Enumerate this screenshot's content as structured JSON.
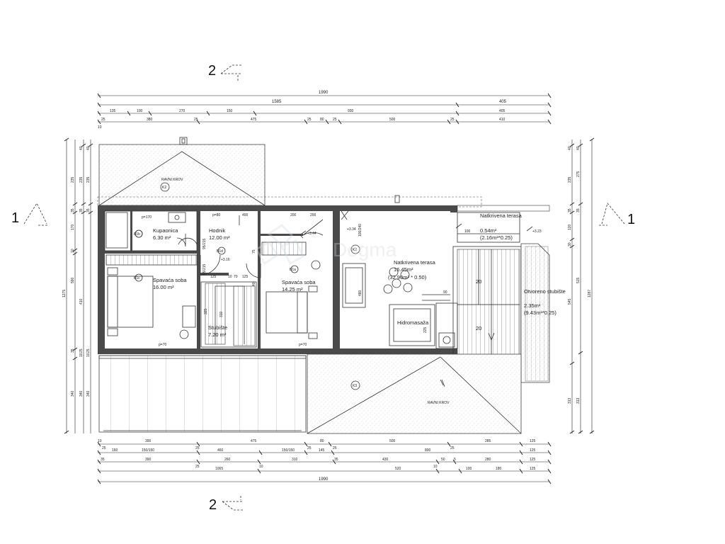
{
  "section_markers": {
    "top": "2",
    "bottom": "2",
    "left": "1",
    "right": "1"
  },
  "dims_top": {
    "row1": [
      "1990"
    ],
    "row2": [
      "1585",
      "405"
    ],
    "row3": [
      "135",
      "100",
      "270",
      "150",
      "930",
      "405"
    ],
    "row4": [
      "25",
      "380",
      "25",
      "475",
      "25",
      "80",
      "25",
      "500",
      "25",
      "410"
    ],
    "row4_edge": "10"
  },
  "dims_bottom": {
    "row1": [
      "10",
      "25",
      "390",
      "25",
      "475",
      "25",
      "80",
      "500",
      "285",
      "125"
    ],
    "row2": [
      "160",
      "150/150",
      "25",
      "460",
      "150/150",
      "145",
      "25",
      "800",
      "25",
      "125"
    ],
    "row3": [
      "35",
      "390",
      "25",
      "260",
      "310",
      "35",
      "430",
      "10",
      "50",
      "5",
      "280",
      "125"
    ],
    "row4": [
      "1065",
      "10",
      "520",
      "100",
      "180",
      "125"
    ],
    "row5": [
      "1990"
    ]
  },
  "dims_left": {
    "outer": [
      "1275"
    ],
    "col2": [
      "235",
      "35",
      "170",
      "10",
      "590",
      "410",
      "35",
      "340"
    ],
    "col3": [
      "40",
      "235",
      "35",
      "25",
      "10",
      "340"
    ],
    "col4": [
      "40",
      "235",
      "35",
      "25",
      "10",
      "340"
    ]
  },
  "dims_right": {
    "outer": [
      "1287"
    ],
    "col2": [
      "40",
      "235",
      "35",
      "120",
      "30",
      "545",
      "313"
    ],
    "col3": [
      "40",
      "275",
      "515",
      "313"
    ],
    "col4": [
      "35"
    ]
  },
  "roofs": [
    {
      "name": "RAVNI KROV",
      "tag": "K2"
    },
    {
      "name": "RAVNI KROV",
      "tag": "K3"
    }
  ],
  "rooms": [
    {
      "tag": "B1b",
      "name": "Kupaonica",
      "area": "6.30 m²"
    },
    {
      "tag": "B1d",
      "name": "Hodnik",
      "area": "12.00 m²"
    },
    {
      "tag": "B1c",
      "name": "Spavaća soba",
      "area": "16.00 m²"
    },
    {
      "tag": "B1a",
      "name": "Spavaća soba",
      "area": "14.25 m²"
    },
    {
      "tag": "",
      "name": "Stubište",
      "area": "7.20 m²"
    },
    {
      "tag": "K2",
      "name": "Natkrivena terasa",
      "area": "16.45m²",
      "extra": "(32.90m² * 0.50)"
    },
    {
      "tag": "",
      "name": "Natkrivena terasa",
      "area": "0.54m²",
      "extra": "(2.16m²*0.25)"
    },
    {
      "tag": "",
      "name": "Otvoreno stubište",
      "area": "2.35m²",
      "extra": "(9.43m²*0.25)"
    }
  ],
  "fixtures": {
    "jacuzzi": "Hidromasaža",
    "stair_a": "20",
    "stair_b": "20"
  },
  "small_notes": {
    "p170": "p=170",
    "p80": "p=80",
    "d400": "400",
    "d200a": "200",
    "d200b": "200",
    "p70a": "p=70",
    "p70b": "p=70",
    "d95a": "95/215",
    "d95b": "95/215",
    "d125": "125",
    "d10": "10",
    "d70": "70",
    "d125b": "125",
    "d40": "40",
    "d75": "75",
    "d325": "325",
    "d310": "310",
    "lvl1": "+3.44",
    "lvl2": "+3.34",
    "lvl3": "+3.16",
    "lvl4": "+3.23",
    "d100_240": "100/240",
    "d480": "480",
    "d90": "90",
    "d225": "225",
    "d100": "100"
  },
  "watermark": "Dogma"
}
